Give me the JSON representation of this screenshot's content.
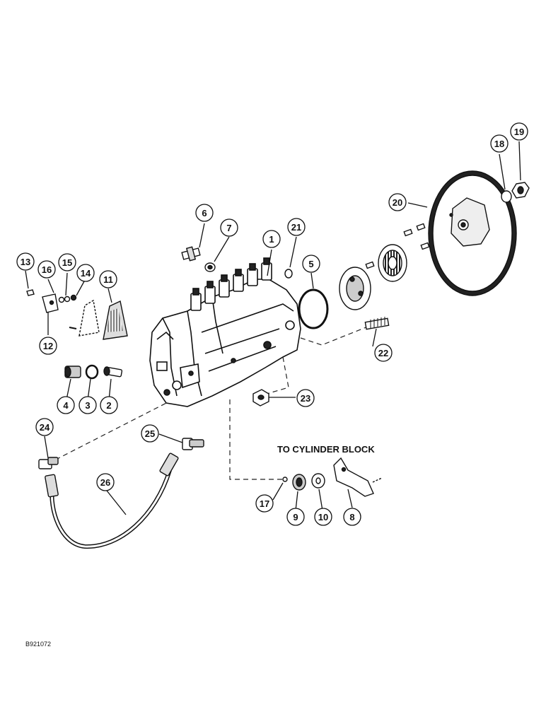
{
  "figure_id": "B921072",
  "annotation": "TO CYLINDER BLOCK",
  "callouts": [
    {
      "id": "callout-1",
      "label": "1"
    },
    {
      "id": "callout-2",
      "label": "2"
    },
    {
      "id": "callout-3",
      "label": "3"
    },
    {
      "id": "callout-4",
      "label": "4"
    },
    {
      "id": "callout-5",
      "label": "5"
    },
    {
      "id": "callout-6",
      "label": "6"
    },
    {
      "id": "callout-7",
      "label": "7"
    },
    {
      "id": "callout-8",
      "label": "8"
    },
    {
      "id": "callout-9",
      "label": "9"
    },
    {
      "id": "callout-10",
      "label": "10"
    },
    {
      "id": "callout-11",
      "label": "11"
    },
    {
      "id": "callout-12",
      "label": "12"
    },
    {
      "id": "callout-13",
      "label": "13"
    },
    {
      "id": "callout-14",
      "label": "14"
    },
    {
      "id": "callout-15",
      "label": "15"
    },
    {
      "id": "callout-16",
      "label": "16"
    },
    {
      "id": "callout-17",
      "label": "17"
    },
    {
      "id": "callout-18",
      "label": "18"
    },
    {
      "id": "callout-19",
      "label": "19"
    },
    {
      "id": "callout-20",
      "label": "20"
    },
    {
      "id": "callout-21",
      "label": "21"
    },
    {
      "id": "callout-22",
      "label": "22"
    },
    {
      "id": "callout-23",
      "label": "23"
    },
    {
      "id": "callout-24",
      "label": "24"
    },
    {
      "id": "callout-25",
      "label": "25"
    },
    {
      "id": "callout-26",
      "label": "26"
    }
  ]
}
